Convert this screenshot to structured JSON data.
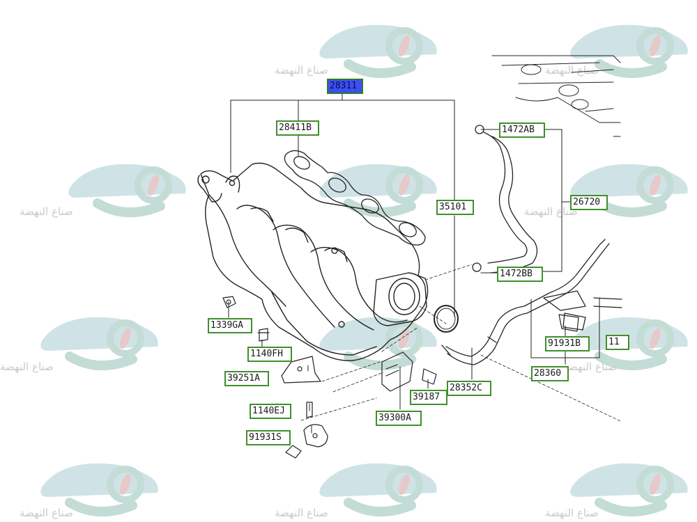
{
  "watermark": {
    "text": "صناع النهضة"
  },
  "colors": {
    "label_border": "#3f8f2b",
    "selected_fill": "#3b50f2",
    "watermark": "#cfe3e6",
    "watermark_gear": "#c3dcd6",
    "watermark_accent": "#e7c9c9"
  },
  "selected_part": "28311",
  "labels": [
    {
      "id": "28311",
      "text": "28311"
    },
    {
      "id": "28411B",
      "text": "28411B"
    },
    {
      "id": "35101",
      "text": "35101"
    },
    {
      "id": "1472AB",
      "text": "1472AB"
    },
    {
      "id": "26720",
      "text": "26720"
    },
    {
      "id": "1472BB",
      "text": "1472BB"
    },
    {
      "id": "1339GA",
      "text": "1339GA"
    },
    {
      "id": "1140FH",
      "text": "1140FH"
    },
    {
      "id": "39251A",
      "text": "39251A"
    },
    {
      "id": "1140EJ",
      "text": "1140EJ"
    },
    {
      "id": "91931S",
      "text": "91931S"
    },
    {
      "id": "39300A",
      "text": "39300A"
    },
    {
      "id": "39187",
      "text": "39187"
    },
    {
      "id": "28352C",
      "text": "28352C"
    },
    {
      "id": "91931B",
      "text": "91931B"
    },
    {
      "id": "28360",
      "text": "28360"
    },
    {
      "id": "11",
      "text": "11"
    }
  ]
}
